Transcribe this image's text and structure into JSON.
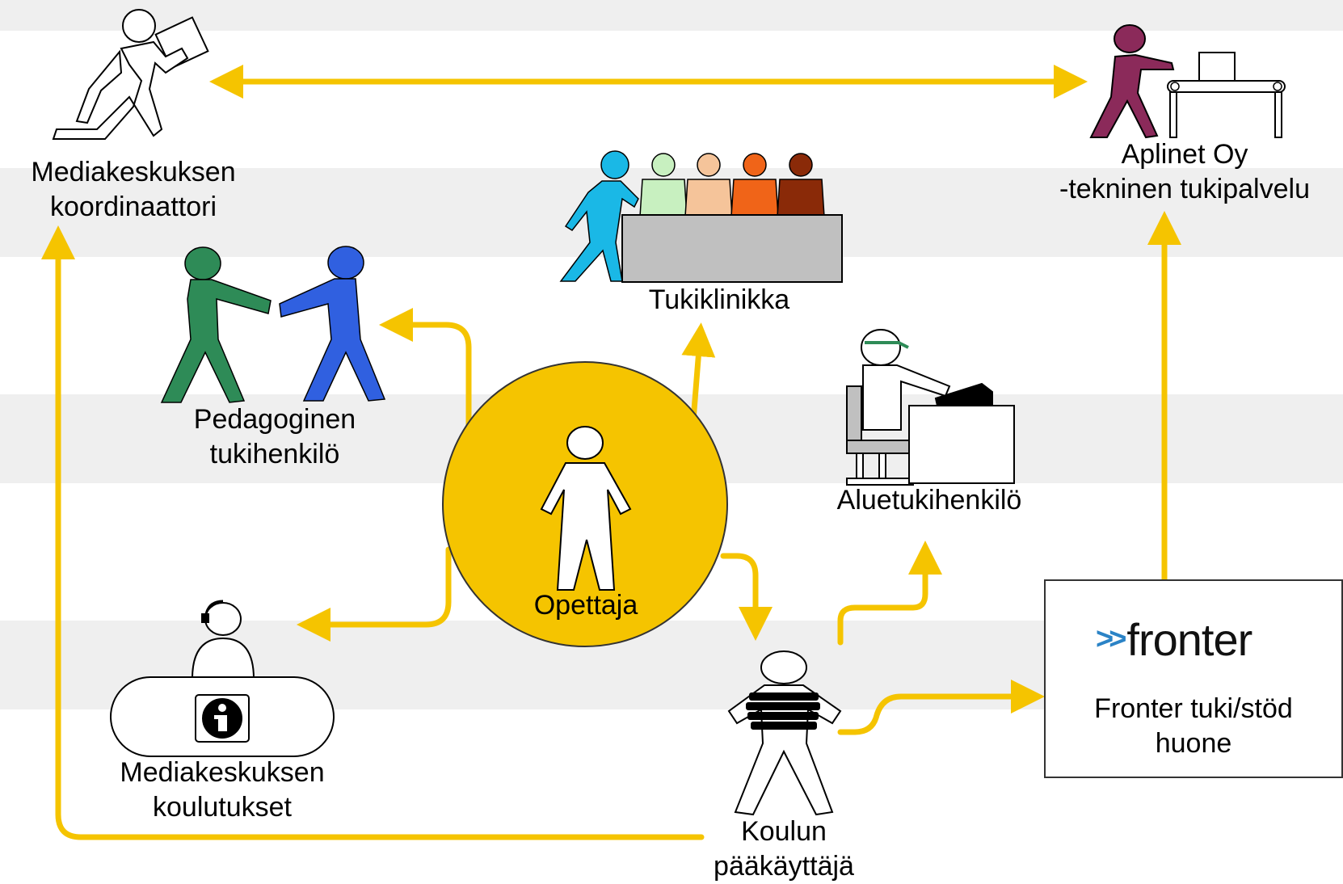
{
  "nodes": {
    "coordinator": {
      "label": "Mediakeskuksen\nkoordinaattori"
    },
    "aplinet": {
      "label": "Aplinet Oy\n-tekninen tukipalvelu"
    },
    "clinic": {
      "label": "Tukiklinikka"
    },
    "pedagogical": {
      "label": "Pedagoginen\ntukihenkilö"
    },
    "teacher": {
      "label": "Opettaja"
    },
    "area_support": {
      "label": "Aluetukihenkilö"
    },
    "trainings": {
      "label": "Mediakeskuksen\nkoulutukset"
    },
    "school_admin": {
      "label": "Koulun\npääkäyttäjä"
    },
    "fronter": {
      "logo_text": "fronter",
      "logo_chevrons": ">>",
      "label": "Fronter tuki/stöd\nhuone"
    }
  },
  "icons": [
    "box-carrier-icon",
    "factory-worker-icon",
    "support-clinic-group-icon",
    "handshake-people-icon",
    "teacher-figure-icon",
    "computer-user-icon",
    "info-desk-icon",
    "book-carrier-icon"
  ],
  "colors": {
    "arrow": "#f5c400",
    "teacher_circle": "#f5c400",
    "band_light": "#ffffff",
    "band_gray": "#efefef",
    "clinic_person_1": "#1ab8e6",
    "clinic_person_2": "#c8f0c0",
    "clinic_person_3": "#f5c49a",
    "clinic_person_4": "#f06418",
    "clinic_person_5": "#8a2a08",
    "pedagogue_green": "#2e8b57",
    "pedagogue_blue": "#3060e0",
    "aplinet_worker": "#8b2a5a",
    "fronter_chevron": "#2b83c6"
  }
}
